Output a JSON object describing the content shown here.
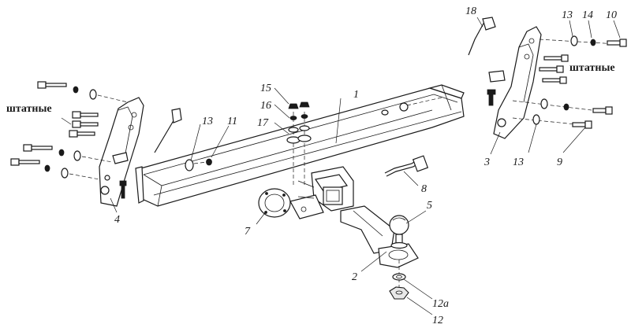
{
  "labels": {
    "p1": "1",
    "p2": "2",
    "p3": "3",
    "p4": "4",
    "p5": "5",
    "p7": "7",
    "p8": "8",
    "p9": "9",
    "p10": "10",
    "p11": "11",
    "p12": "12",
    "p12a": "12a",
    "p13_left": "13",
    "p13_right_top": "13",
    "p13_right_bottom": "13",
    "p14": "14",
    "p15": "15",
    "p16": "16",
    "p17": "17",
    "p18": "18"
  },
  "notes": {
    "stock_left": "штатные",
    "stock_right": "штатные"
  }
}
